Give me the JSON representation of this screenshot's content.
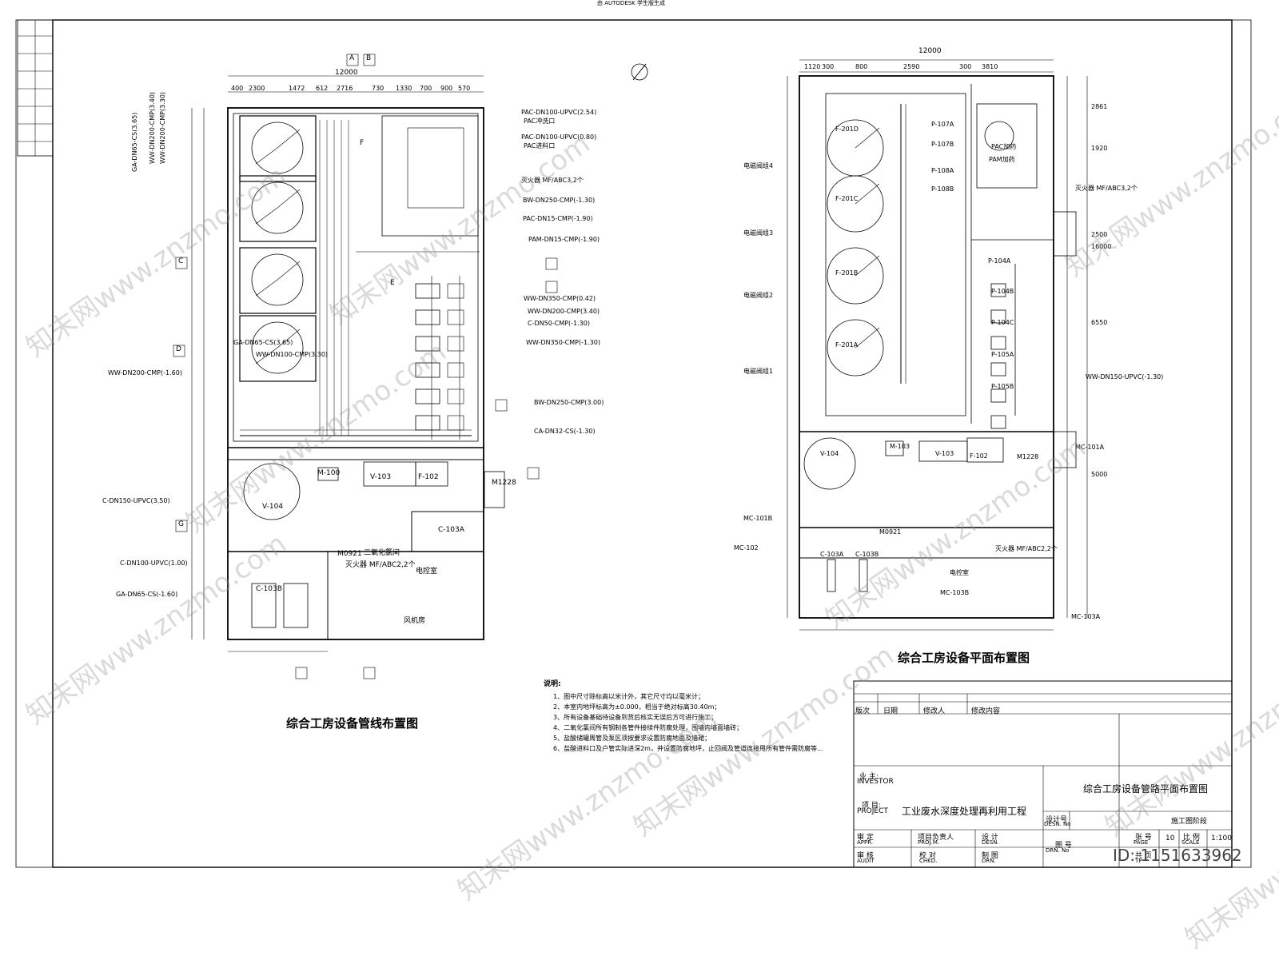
{
  "top_banner": "由 AUTODESK 学生版生成",
  "left_panel": {
    "title": "综合工房设备管线布置图",
    "axes": [
      "A",
      "B",
      "C",
      "D",
      "E",
      "F",
      "G"
    ],
    "width_total": "12000",
    "dims_top": [
      "400",
      "2300",
      "1472",
      "612",
      "2716",
      "730",
      "1330",
      "700",
      "900",
      "570"
    ],
    "labels": [
      "GA-DN65-CS(3.65)",
      "WW-DN200-CMP(3.40)",
      "WW-DN200-CMP(3.30)",
      "PAC-DN100-UPVC(2.54)",
      "PAC冲洗口",
      "PAC-DN100-UPVC(0.80)",
      "PAC进料口",
      "灭火器 MF/ABC3,2个",
      "BW-DN250-CMP(-1.30)",
      "PAC-DN15-CMP(-1.90)",
      "PAM-DN15-CMP(-1.90)",
      "WW-DN350-CMP(0.42)",
      "WW-DN200-CMP(3.40)",
      "C-DN50-CMP(-1.30)",
      "WW-DN350-CMP(-1.30)",
      "BW-DN250-CMP(3.00)",
      "CA-DN32-CS(-1.30)",
      "WW-DN200-CMP(-1.60)",
      "C-DN150-UPVC(3.50)",
      "C-DN100-UPVC(1.00)",
      "GA-DN65-CS(-1.60)",
      "GA-DN65-CS(3.65)",
      "WW-DN100-CMP(3.30)",
      "V-104",
      "M-100",
      "V-103",
      "F-102",
      "M1228",
      "M0921",
      "灭火器 MF/ABC2,2个",
      "电控室",
      "风机房",
      "二氧化氯间",
      "C-103A",
      "C-103B"
    ]
  },
  "right_panel": {
    "title": "综合工房设备平面布置图",
    "width_total": "12000",
    "dims_top": [
      "1120",
      "300",
      "800",
      "2590",
      "300",
      "3810"
    ],
    "dims_right": [
      "2861",
      "1920",
      "2500",
      "16000",
      "6550",
      "5000"
    ],
    "equipment": [
      "F-201D",
      "F-201C",
      "F-201B",
      "F-201A",
      "P-107A",
      "P-107B",
      "P-108A",
      "P-108B",
      "P-104A",
      "P-104B",
      "P-104C",
      "P-105A",
      "P-105B",
      "V-104",
      "M-103",
      "V-103",
      "F-102",
      "MC-101A",
      "MC-101B",
      "MC-102",
      "MC-103A",
      "MC-103B",
      "C-103A",
      "C-103B",
      "PAC加药",
      "PAM加药"
    ],
    "side_labels": [
      "电磁阀组4",
      "电磁阀组3",
      "电磁阀组2",
      "电磁阀组1"
    ],
    "notes": [
      "WW-DN150-UPVC(-1.30)",
      "灭火器 MF/ABC3,2个",
      "灭火器 MF/ABC2,2个",
      "电控室",
      "M1228",
      "M0921"
    ]
  },
  "notes": {
    "heading": "说明:",
    "items": [
      "1、图中尺寸除标高以米计外，其它尺寸均以毫米计；",
      "2、本室内地坪标高为±0.000，相当于绝对标高30.40m；",
      "3、所有设备基础待设备到货后核实无误后方可进行施工；",
      "4、二氧化氯间所有钢制各管件接续件防腐处理，围墙内墙面墙砖；",
      "5、盐酸储罐周管及泵区须按要求设置防腐地面及墙裙；",
      "6、盐酸进料口及户管实际进深2m，并设置防腐地坪，止回阀及管道连接用所有管件需防腐等..."
    ]
  },
  "title_block": {
    "rev_headers": [
      "版次",
      "日期",
      "修改人",
      "修改内容"
    ],
    "investor_label": "业 主:",
    "investor_en": "INVESTOR",
    "project_label": "项 目:",
    "project_en": "PROJECT",
    "project_name": "工业废水深度处理再利用工程",
    "drawing_title": "综合工房设备管路平面布置图",
    "design_label": "设计号",
    "desn_no": "DESN. No",
    "stage_label": "施工图阶段",
    "approve": "审 定",
    "approve_en": "APPR.",
    "pm": "项目负责人",
    "pm_en": "PROJ.M.",
    "design": "设 计",
    "design_en": "DESN.",
    "audit": "审 核",
    "audit_en": "AUDIT",
    "check": "校 对",
    "check_en": "CHKD.",
    "draw": "制 图",
    "draw_en": "DRN.",
    "drn_no_label": "图 号",
    "drn_no_en": "DRN. No",
    "page_label": "张 号",
    "page_en": "PAGE",
    "page": "10",
    "scale_label": "比 例",
    "scale_en": "SCALE",
    "scale": "1:100",
    "tp_label": "共 页",
    "tp_en": "TP",
    "id_text": "ID: 1151633962"
  },
  "watermark": "知末网www.znzmo.com"
}
